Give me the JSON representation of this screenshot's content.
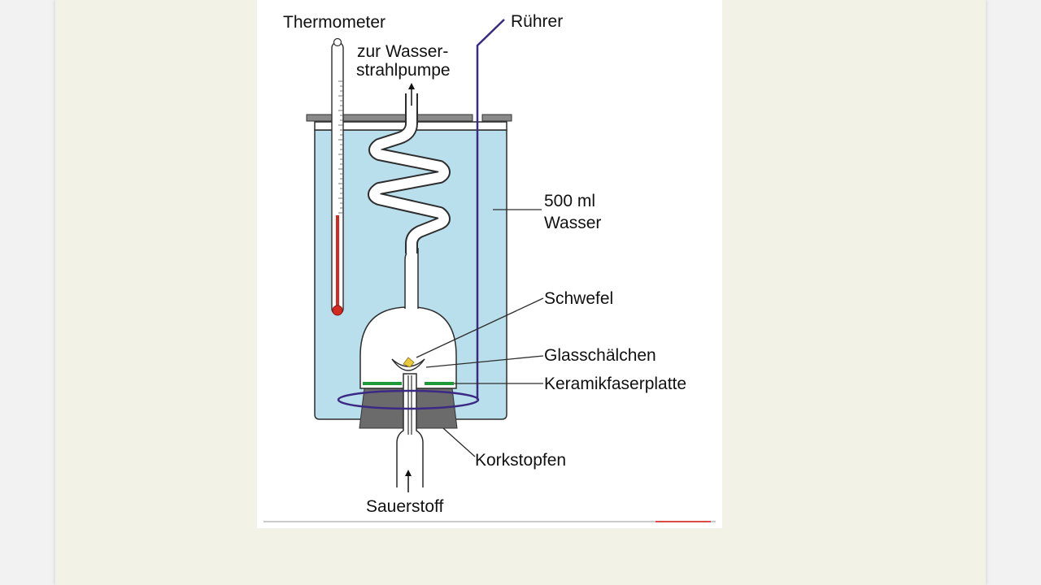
{
  "figure": {
    "labels": {
      "thermometer": "Thermometer",
      "pump_line1": "zur Wasser-",
      "pump_line2": "strahlpumpe",
      "stirrer": "Rührer",
      "water_line1": "500 ml",
      "water_line2": "Wasser",
      "sulfur": "Schwefel",
      "glass_dish": "Glasschälchen",
      "ceramic_plate": "Keramikfaserplatte",
      "cork": "Korkstopfen",
      "oxygen": "Sauerstoff"
    },
    "colors": {
      "water": "#b9dfec",
      "thermometer_liquid": "#d42a1f",
      "stirrer": "#3b2a84",
      "ceramic_plate": "#1f9a3a",
      "cork": "#6b6b6b",
      "sulfur": "#e8c93a",
      "lid": "#8a8a8a"
    }
  }
}
